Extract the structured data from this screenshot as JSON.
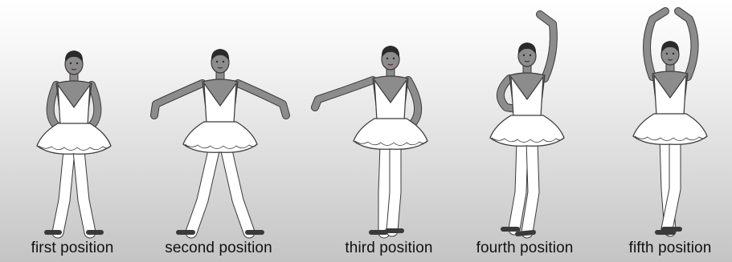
{
  "positions": [
    {
      "label": "first position"
    },
    {
      "label": "second position"
    },
    {
      "label": "third position"
    },
    {
      "label": "fourth position"
    },
    {
      "label": "fifth position"
    }
  ],
  "colors": {
    "skin": "#8c8c8c",
    "outline": "#3a3a3a",
    "costume": "#ffffff",
    "hair": "#2a2a2a"
  }
}
